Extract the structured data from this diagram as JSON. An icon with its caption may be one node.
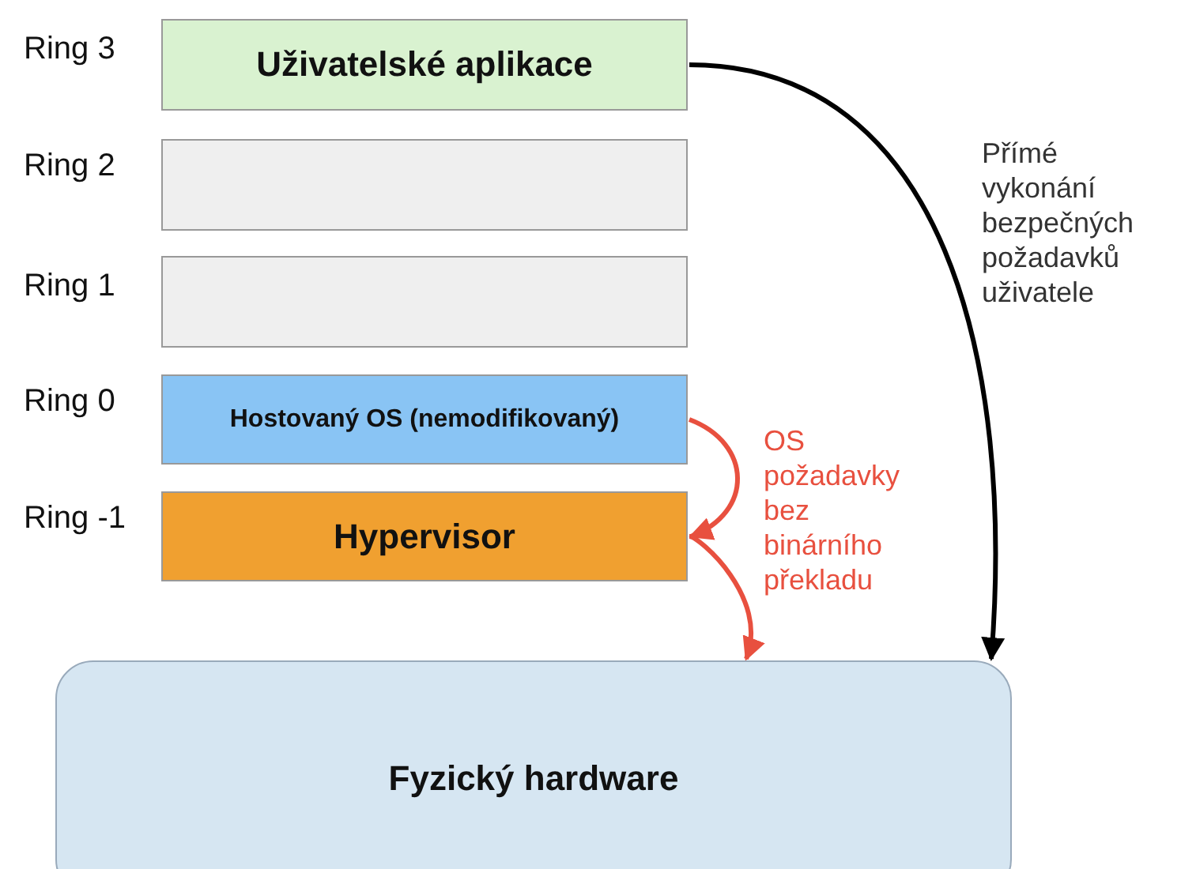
{
  "diagram": {
    "nodes": [
      {
        "text": [
          "Uživatelské aplikace"
        ],
        "beside": [
          "Ring 3"
        ]
      },
      {
        "text": [],
        "shape": "box",
        "beside": [
          "Ring 2"
        ]
      },
      {
        "text": [],
        "shape": "box",
        "beside": [
          "Ring 1"
        ]
      },
      {
        "text": [
          "Hostovaný OS (nemodifikovaný)"
        ],
        "beside": [
          "Ring 0"
        ]
      },
      {
        "text": [
          "Hypervisor"
        ],
        "beside": [
          "Ring -1"
        ]
      },
      {
        "text": [
          "Fyzický hardware"
        ]
      }
    ],
    "edges": [
      {
        "from": 0,
        "to": 5,
        "arrow": "to",
        "label": "Přímé vykonání bezpečných požadavků uživatele",
        "color": "#000000"
      },
      {
        "from": 3,
        "to": 4,
        "arrow": "to",
        "label": "OS požadavky bez binárního překladu",
        "color": "#e8503f"
      },
      {
        "from": 4,
        "to": 5,
        "arrow": "to",
        "color": "#e8503f"
      }
    ]
  }
}
